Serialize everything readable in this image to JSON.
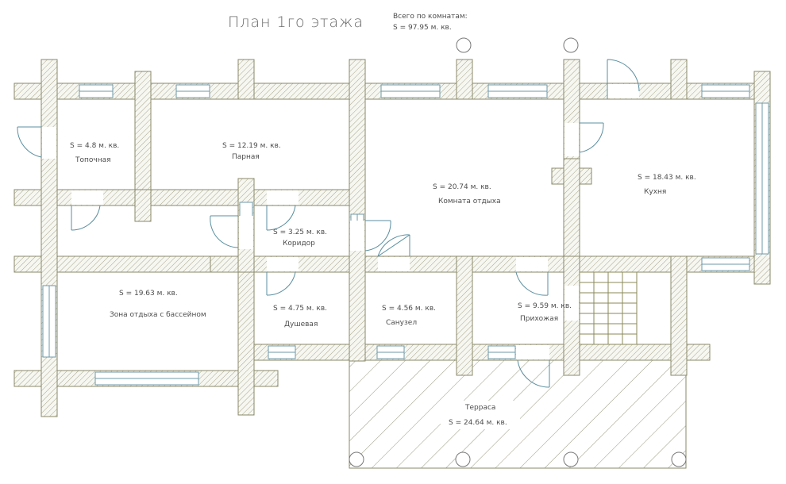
{
  "plan_title": "План 1го этажа",
  "total": {
    "label": "Всего по комнатам:",
    "value": "S   =   97.95 м. кв."
  },
  "rooms": {
    "topochnaya": {
      "area": "S   =  4.8 м. кв.",
      "name": "Топочная"
    },
    "parnaya": {
      "area": "S   =   12.19 м. кв.",
      "name": "Парная"
    },
    "komnata_otdyha": {
      "area": "S   =   20.74 м. кв.",
      "name": "Комната отдыха"
    },
    "kuhnya": {
      "area": "S   =   18.43 м. кв.",
      "name": "Кухня"
    },
    "koridor": {
      "area": "S   =   3.25 м. кв.",
      "name": "Коридор"
    },
    "zona_otdyha": {
      "area": "S   =   19.63 м. кв.",
      "name": "Зона отдыха с бассейном"
    },
    "dushevaya": {
      "area": "S   =   4.75 м. кв.",
      "name": "Душевая"
    },
    "sanuzel": {
      "area": "S   =   4.56 м. кв.",
      "name": "Санузел"
    },
    "prihozhaya": {
      "area": "S   =   9.59 м. кв.",
      "name": "Прихожая"
    },
    "terrasa": {
      "area": "S   =   24.64 м. кв.",
      "name": "Терраса"
    }
  },
  "colors": {
    "wall_stroke": "#8a8a6a",
    "hatch": "#a7a58a",
    "door": "#5b8fa0",
    "window": "#6f9aa8"
  }
}
